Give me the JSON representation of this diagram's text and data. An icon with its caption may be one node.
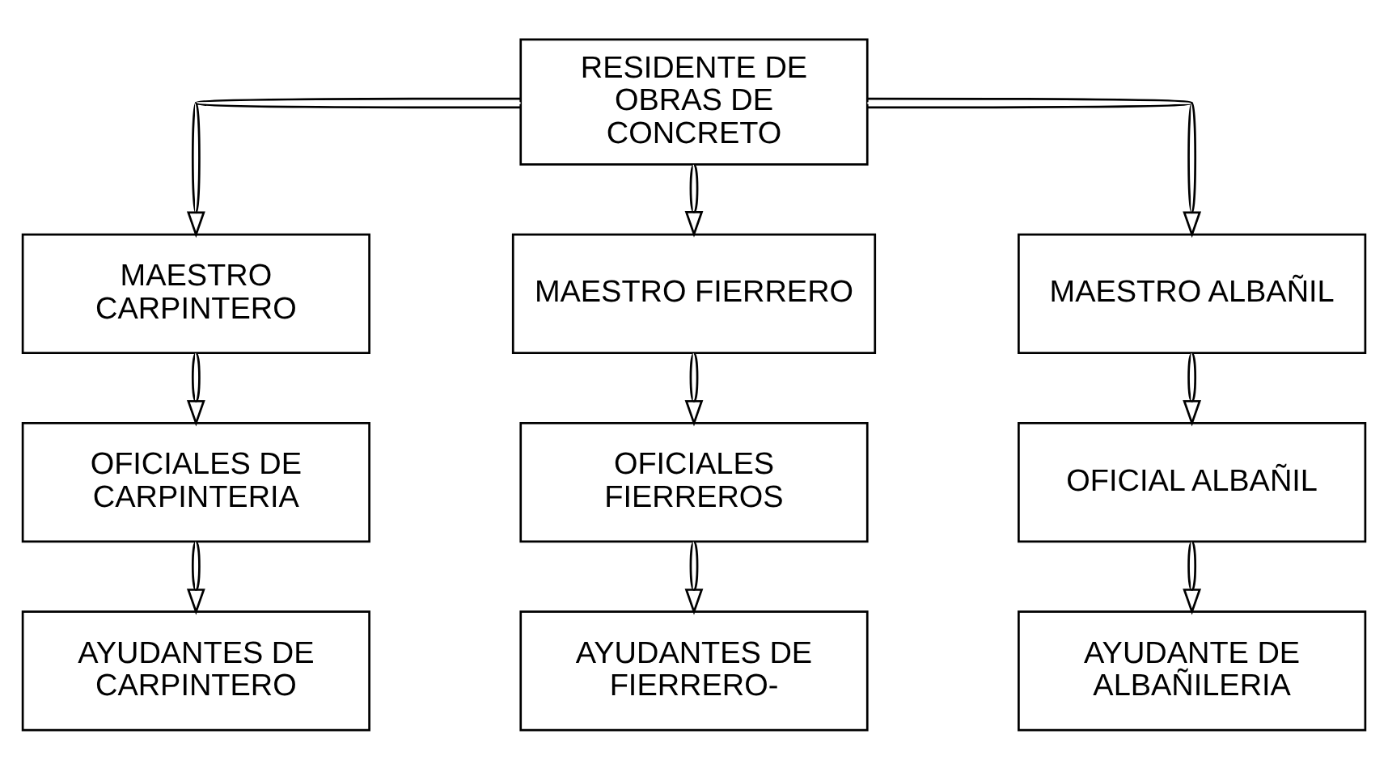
{
  "diagram": {
    "nodes": [
      {
        "text": [
          "RESIDENTE DE OBRAS DE CONCRETO"
        ]
      },
      {
        "text": [
          "MAESTRO CARPINTERO"
        ]
      },
      {
        "text": [
          "MAESTRO FIERRERO"
        ]
      },
      {
        "text": [
          "MAESTRO ALBAÑIL"
        ]
      },
      {
        "text": [
          "OFICIALES DE CARPINTERIA"
        ]
      },
      {
        "text": [
          "OFICIALES FIERREROS"
        ]
      },
      {
        "text": [
          "OFICIAL ALBAÑIL"
        ]
      },
      {
        "text": [
          "AYUDANTES DE CARPINTERO"
        ]
      },
      {
        "text": [
          "AYUDANTES DE FIERRERO-"
        ]
      },
      {
        "text": [
          "AYUDANTE DE ALBAÑILERIA"
        ]
      }
    ],
    "edges": [
      {
        "from": 0,
        "to": 1,
        "arrow": "to"
      },
      {
        "from": 0,
        "to": 2,
        "arrow": "to"
      },
      {
        "from": 0,
        "to": 3,
        "arrow": "to"
      },
      {
        "from": 1,
        "to": 4,
        "arrow": "to"
      },
      {
        "from": 2,
        "to": 5,
        "arrow": "to"
      },
      {
        "from": 3,
        "to": 6,
        "arrow": "to"
      },
      {
        "from": 4,
        "to": 7,
        "arrow": "to"
      },
      {
        "from": 5,
        "to": 8,
        "arrow": "to"
      },
      {
        "from": 6,
        "to": 9,
        "arrow": "to"
      }
    ]
  }
}
